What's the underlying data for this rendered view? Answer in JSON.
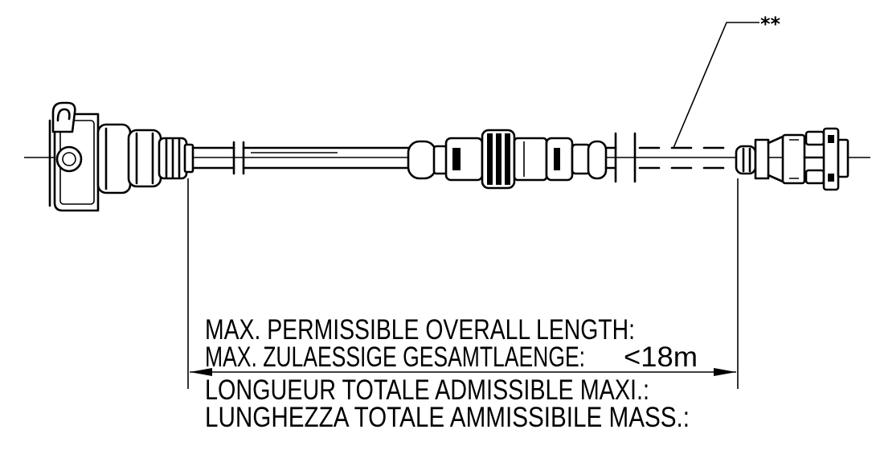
{
  "drawing": {
    "leader_mark": "**",
    "length_labels": [
      "MAX. PERMISSIBLE OVERALL LENGTH:",
      "MAX. ZULAESSIGE GESAMTLAENGE:",
      "LONGUEUR TOTALE ADMISSIBLE MAXI.:",
      "LUNGHEZZA TOTALE AMMISSIBILE MASS.:"
    ],
    "length_value": "<18m"
  },
  "colors": {
    "line": "#000000",
    "background": "#ffffff"
  }
}
